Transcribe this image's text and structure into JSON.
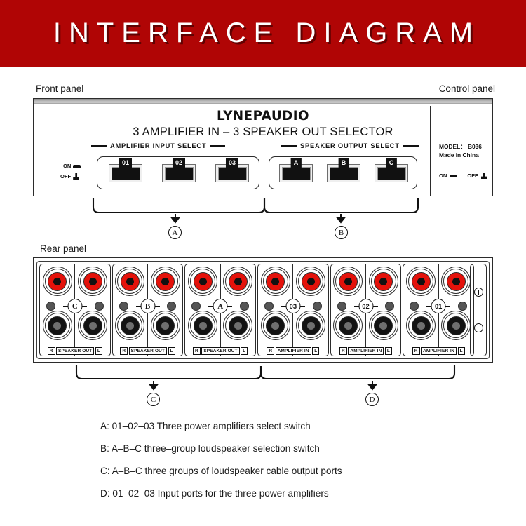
{
  "banner": {
    "title": "INTERFACE DIAGRAM",
    "background": "#b00505",
    "text_color": "#ffffff"
  },
  "captions": {
    "front_panel": "Front panel",
    "control_panel": "Control panel",
    "rear_panel": "Rear panel"
  },
  "front_panel": {
    "brand": "LYNEPAUDIO",
    "model_title": "3 AMPLIFIER IN – 3 SPEAKER OUT SELECTOR",
    "amplifier_select": {
      "heading": "AMPLIFIER  INPUT  SELECT",
      "switches": [
        {
          "label": "01"
        },
        {
          "label": "02"
        },
        {
          "label": "03"
        }
      ]
    },
    "speaker_select": {
      "heading": "SPEAKER  OUTPUT SELECT",
      "switches": [
        {
          "label": "A"
        },
        {
          "label": "B"
        },
        {
          "label": "C"
        }
      ]
    },
    "power_legend": {
      "on": "ON",
      "off": "OFF"
    },
    "control": {
      "model_line": "MODEL： B036",
      "origin_line": "Made in China",
      "on": "ON",
      "off": "OFF"
    }
  },
  "rear_panel": {
    "groups": [
      {
        "badge": "C",
        "badge_style": "letter",
        "left_label": "R",
        "center_label": "SPEAKER OUT",
        "right_label": "L"
      },
      {
        "badge": "B",
        "badge_style": "letter",
        "left_label": "R",
        "center_label": "SPEAKER OUT",
        "right_label": "L"
      },
      {
        "badge": "A",
        "badge_style": "letter",
        "left_label": "R",
        "center_label": "SPEAKER OUT",
        "right_label": "L"
      },
      {
        "badge": "03",
        "badge_style": "numeric",
        "left_label": "R",
        "center_label": "AMPLIFIER IN",
        "right_label": "L"
      },
      {
        "badge": "02",
        "badge_style": "numeric",
        "left_label": "R",
        "center_label": "AMPLIFIER IN",
        "right_label": "L"
      },
      {
        "badge": "01",
        "badge_style": "numeric",
        "left_label": "R",
        "center_label": "AMPLIFIER IN",
        "right_label": "L"
      }
    ],
    "polarity": {
      "plus": "+",
      "minus": "−"
    },
    "jack_colors": {
      "top": "#e4120b",
      "bottom": "#131313"
    }
  },
  "markers": {
    "a": "A",
    "b": "B",
    "c": "C",
    "d": "D"
  },
  "legend": [
    "A: 01–02–03 Three power amplifiers select switch",
    "B: A–B–C three–group loudspeaker selection switch",
    "C: A–B–C three groups of loudspeaker cable output ports",
    "D: 01–02–03 Input ports for the three power amplifiers"
  ]
}
